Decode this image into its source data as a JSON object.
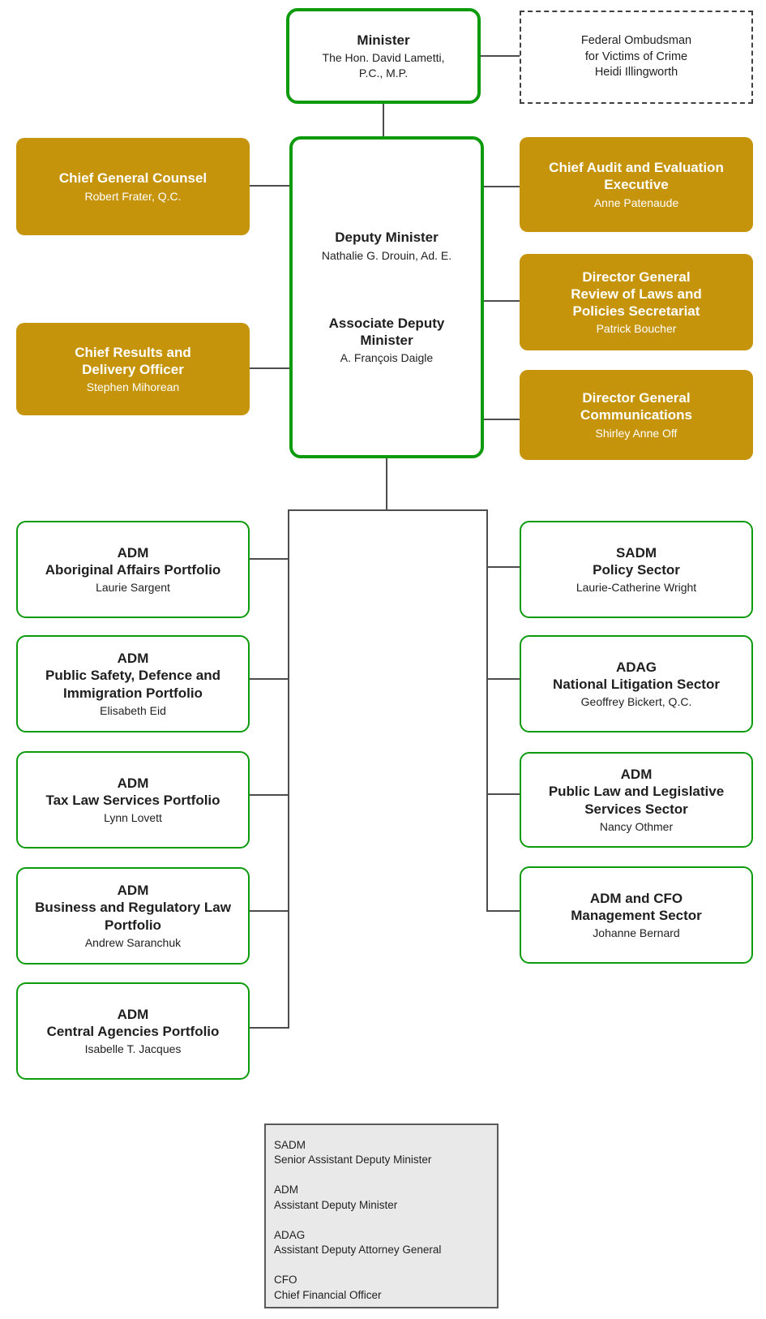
{
  "colors": {
    "gold": "#c6940b",
    "green": "#0d9a0d",
    "line": "#4d4d4d"
  },
  "org": {
    "minister": {
      "title": "Minister",
      "person": [
        "The Hon. David Lametti,",
        "P.C., M.P."
      ]
    },
    "ombudsman": {
      "lines": [
        "Federal Ombudsman",
        "for Victims of Crime",
        "Heidi Illingworth"
      ]
    },
    "deputy": {
      "title": "Deputy Minister",
      "person": "Nathalie G. Drouin, Ad. E."
    },
    "associate_deputy": {
      "title": [
        "Associate Deputy",
        "Minister"
      ],
      "person": "A. François Daigle"
    },
    "advisors_left": [
      {
        "title": "Chief General Counsel",
        "person": "Robert Frater, Q.C."
      },
      {
        "title": [
          "Chief Results and",
          "Delivery Officer"
        ],
        "person": "Stephen Mihorean"
      }
    ],
    "advisors_right": [
      {
        "title": [
          "Chief Audit and Evaluation",
          "Executive"
        ],
        "person": "Anne Patenaude"
      },
      {
        "title": [
          "Director General",
          "Review of Laws and",
          "Policies Secretariat"
        ],
        "person": "Patrick Boucher"
      },
      {
        "title": [
          "Director General",
          "Communications"
        ],
        "person": "Shirley Anne Off"
      }
    ],
    "portfolios_left": [
      {
        "title": [
          "ADM",
          "Aboriginal Affairs Portfolio"
        ],
        "person": "Laurie Sargent"
      },
      {
        "title": [
          "ADM",
          "Public Safety, Defence and",
          "Immigration Portfolio"
        ],
        "person": "Elisabeth Eid"
      },
      {
        "title": [
          "ADM",
          "Tax Law Services Portfolio"
        ],
        "person": "Lynn Lovett"
      },
      {
        "title": [
          "ADM",
          "Business and Regulatory Law",
          "Portfolio"
        ],
        "person": "Andrew Saranchuk"
      },
      {
        "title": [
          "ADM",
          "Central Agencies Portfolio"
        ],
        "person": "Isabelle T. Jacques"
      }
    ],
    "sectors_right": [
      {
        "title": [
          "SADM",
          "Policy Sector"
        ],
        "person": "Laurie-Catherine Wright"
      },
      {
        "title": [
          "ADAG",
          "National Litigation Sector"
        ],
        "person": "Geoffrey Bickert, Q.C."
      },
      {
        "title": [
          "ADM",
          "Public Law and Legislative",
          "Services Sector"
        ],
        "person": "Nancy Othmer"
      },
      {
        "title": [
          "ADM and CFO",
          "Management Sector"
        ],
        "person": "Johanne Bernard"
      }
    ]
  },
  "legend": {
    "items": [
      {
        "abbr": "SADM",
        "meaning": "Senior Assistant Deputy Minister"
      },
      {
        "abbr": "ADM",
        "meaning": "Assistant Deputy Minister"
      },
      {
        "abbr": "ADAG",
        "meaning": "Assistant Deputy Attorney General"
      },
      {
        "abbr": "CFO",
        "meaning": "Chief Financial Officer"
      }
    ]
  }
}
